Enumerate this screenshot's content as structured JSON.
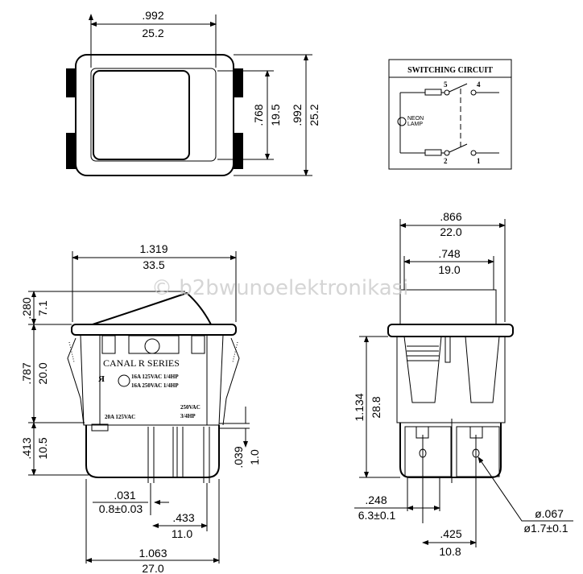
{
  "watermark": "© b2bwunoelektronikasi",
  "top_view": {
    "width_in": ".992",
    "width_mm": "25.2",
    "inner_h_in": ".768",
    "inner_h_mm": "19.5",
    "height_in": ".992",
    "height_mm": "25.2"
  },
  "circuit": {
    "title": "SWITCHING  CIRCUIT",
    "lamp_label_1": "NEON",
    "lamp_label_2": "LAMP",
    "terminals": [
      "5",
      "4",
      "2",
      "1"
    ]
  },
  "front_view": {
    "width_in": "1.319",
    "width_mm": "33.5",
    "rocker_h_in": ".280",
    "rocker_h_mm": "7.1",
    "body_h_in": ".787",
    "body_h_mm": "20.0",
    "lower_h_in": ".413",
    "lower_h_mm": "10.5",
    "tab_t_in": ".039",
    "tab_t_mm": "1.0",
    "pin_in": ".031",
    "pin_mm": "0.8±0.03",
    "pitch_in": ".433",
    "pitch_mm": "11.0",
    "base_w_in": "1.063",
    "base_w_mm": "27.0",
    "series": "CANAL  R  SERIES",
    "rating_1": "16A  125VAC  1/4HP",
    "rating_2": "16A  250VAC  1/4HP",
    "rating_3a": "250VAC",
    "rating_3b": "3/4HP",
    "rating_4": "20A  125VAC"
  },
  "side_view": {
    "width_in": ".866",
    "width_mm": "22.0",
    "inner_w_in": ".748",
    "inner_w_mm": "19.0",
    "height_in": "1.134",
    "height_mm": "28.8",
    "term_w_in": ".248",
    "term_w_mm": "6.3±0.1",
    "term_pitch_in": ".425",
    "term_pitch_mm": "10.8",
    "hole_in": "ø.067",
    "hole_mm": "ø1.7±0.1"
  }
}
